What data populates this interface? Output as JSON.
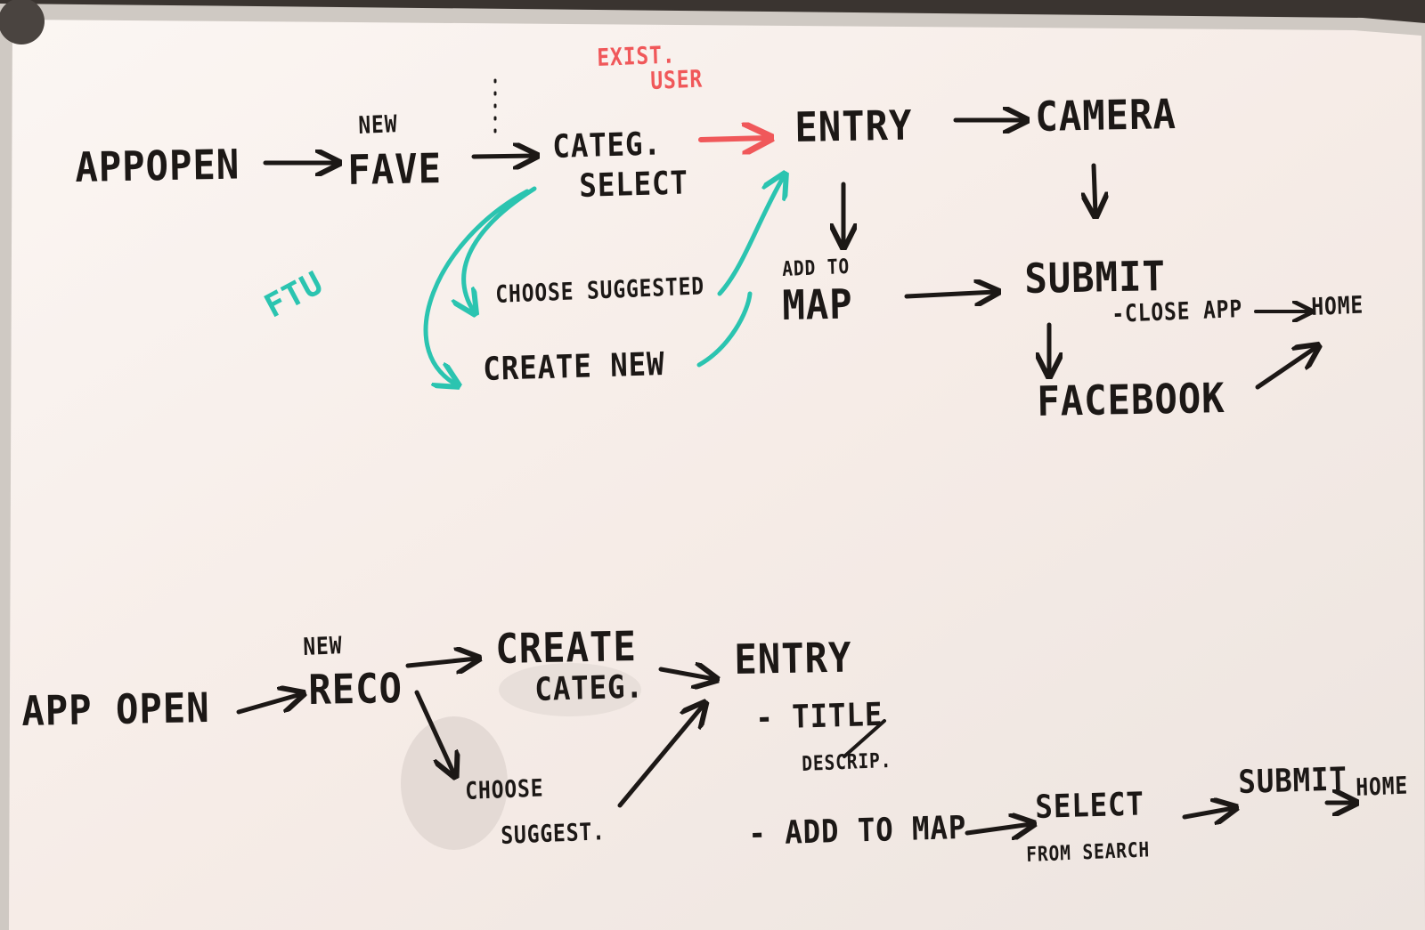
{
  "colors": {
    "ink": "#1c1816",
    "existing_user_ink": "#f0585a",
    "ftu_ink": "#2bc4b0",
    "board": "#f6eeea",
    "frame": "#c9c4be"
  },
  "flow1": {
    "app_open": "APPOPEN",
    "new": "NEW",
    "fave": "FAVE",
    "categ": "CATEG.",
    "select": "SELECT",
    "exist": "EXIST.",
    "user": "USER",
    "entry": "ENTRY",
    "camera": "CAMERA",
    "add_to": "ADD TO",
    "map": "MAP",
    "submit": "SUBMIT",
    "choose_suggested": "CHOOSE SUGGESTED",
    "create_new": "CREATE NEW",
    "ftu": "FTU",
    "close_app": "-CLOSE APP",
    "home": "HOME",
    "facebook": "FACEBOOK"
  },
  "flow2": {
    "app_open": "APP OPEN",
    "new": "NEW",
    "reco": "RECO",
    "create": "CREATE",
    "categ": "CATEG.",
    "entry": "ENTRY",
    "title": "- TITLE",
    "descrip": "DESCRIP.",
    "choose": "CHOOSE",
    "suggest": "SUGGEST.",
    "add_to_map": "- ADD TO MAP",
    "select": "SELECT",
    "from_search": "FROM SEARCH",
    "submit": "SUBMIT",
    "home": "HOME"
  }
}
